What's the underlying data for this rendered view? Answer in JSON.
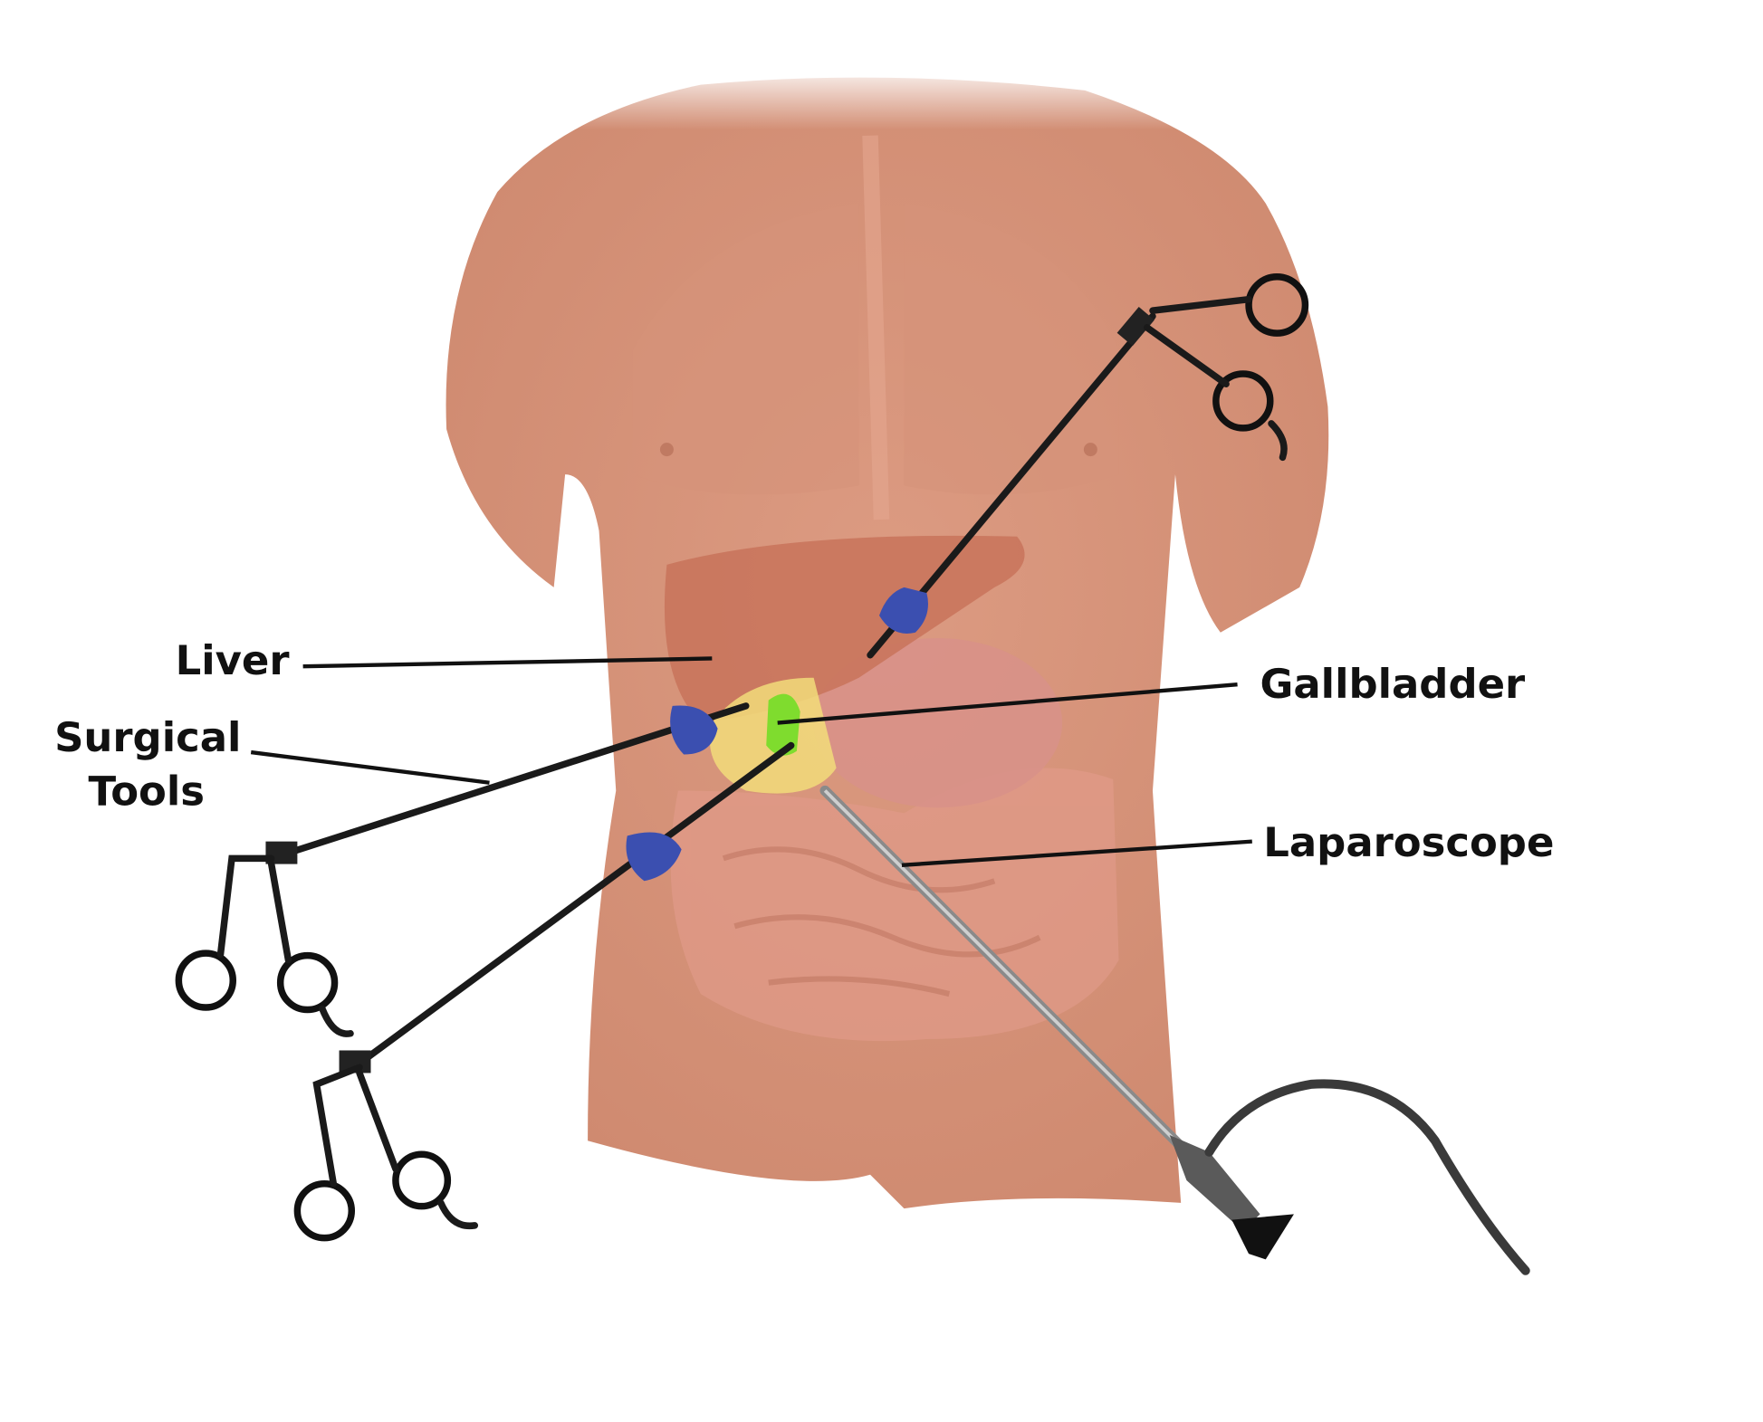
{
  "labels": {
    "liver": "Liver",
    "surgical_tools_line1": "Surgical",
    "surgical_tools_line2": "Tools",
    "gallbladder": "Gallbladder",
    "laparoscope": "Laparoscope"
  },
  "colors": {
    "skin": "#d9957b",
    "liver": "#c8735a",
    "gallbladder": "#7fdc2e",
    "trocar": "#3b4fb0"
  }
}
